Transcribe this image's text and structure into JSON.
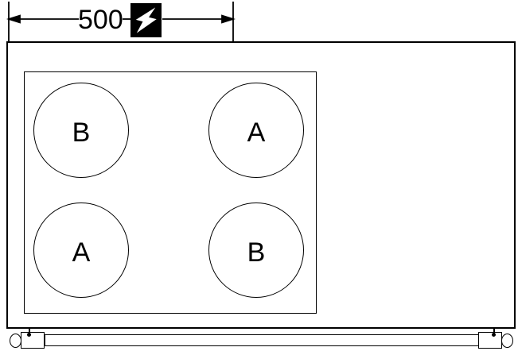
{
  "dimension": {
    "label": "500"
  },
  "burners": {
    "top_left": "B",
    "top_right": "A",
    "bottom_left": "A",
    "bottom_right": "B"
  },
  "icons": {
    "flash": "lightning-bolt-icon"
  },
  "colors": {
    "line": "#000000",
    "background": "#ffffff",
    "icon_background": "#000000",
    "icon_glyph": "#ffffff"
  }
}
